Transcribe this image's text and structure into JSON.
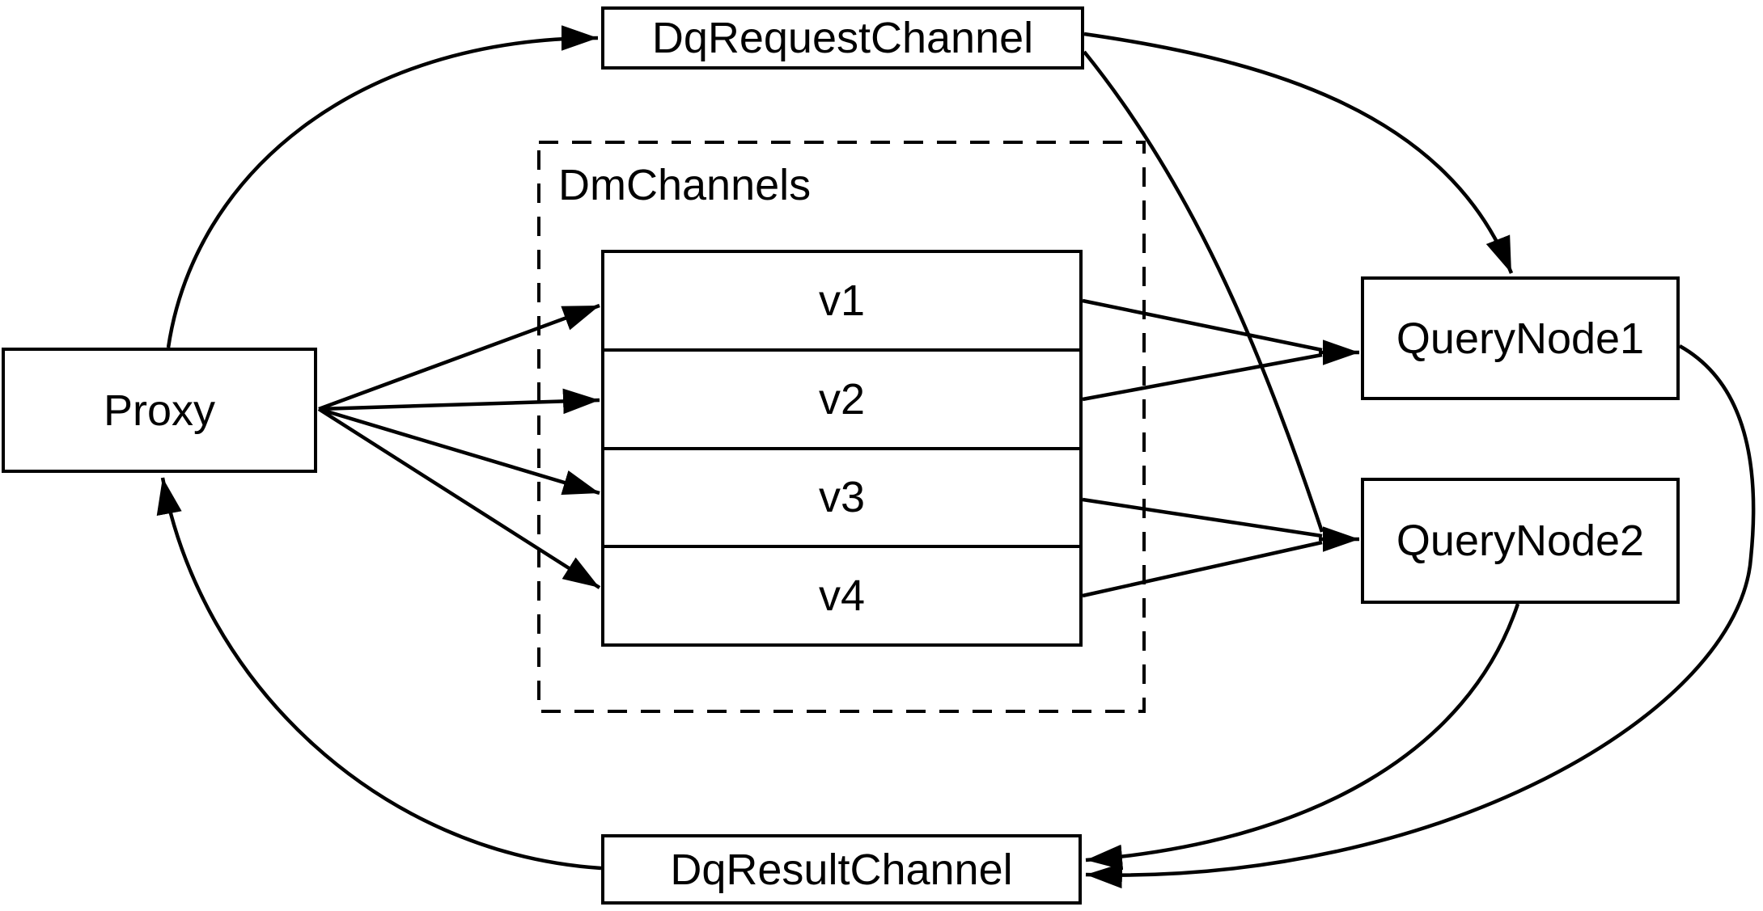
{
  "diagram": {
    "type": "flow-diagram",
    "colors": {
      "stroke": "#000000",
      "node_fill": "#ffffff",
      "background": "#ffffff"
    },
    "nodes": {
      "proxy": {
        "label": "Proxy"
      },
      "dq_request_channel": {
        "label": "DqRequestChannel"
      },
      "dm_channels": {
        "label": "DmChannels",
        "channels": [
          "v1",
          "v2",
          "v3",
          "v4"
        ]
      },
      "query_node_1": {
        "label": "QueryNode1"
      },
      "query_node_2": {
        "label": "QueryNode2"
      },
      "dq_result_channel": {
        "label": "DqResultChannel"
      }
    },
    "edges": [
      {
        "from": "Proxy",
        "to": "DqRequestChannel"
      },
      {
        "from": "DqRequestChannel",
        "to": "QueryNode1"
      },
      {
        "from": "DqRequestChannel",
        "to": "QueryNode2"
      },
      {
        "from": "Proxy",
        "to": "v1"
      },
      {
        "from": "Proxy",
        "to": "v2"
      },
      {
        "from": "Proxy",
        "to": "v3"
      },
      {
        "from": "Proxy",
        "to": "v4"
      },
      {
        "from": "v1",
        "to": "QueryNode1"
      },
      {
        "from": "v2",
        "to": "QueryNode1"
      },
      {
        "from": "v3",
        "to": "QueryNode2"
      },
      {
        "from": "v4",
        "to": "QueryNode2"
      },
      {
        "from": "QueryNode1",
        "to": "DqResultChannel"
      },
      {
        "from": "QueryNode2",
        "to": "DqResultChannel"
      },
      {
        "from": "DqResultChannel",
        "to": "Proxy"
      }
    ]
  }
}
